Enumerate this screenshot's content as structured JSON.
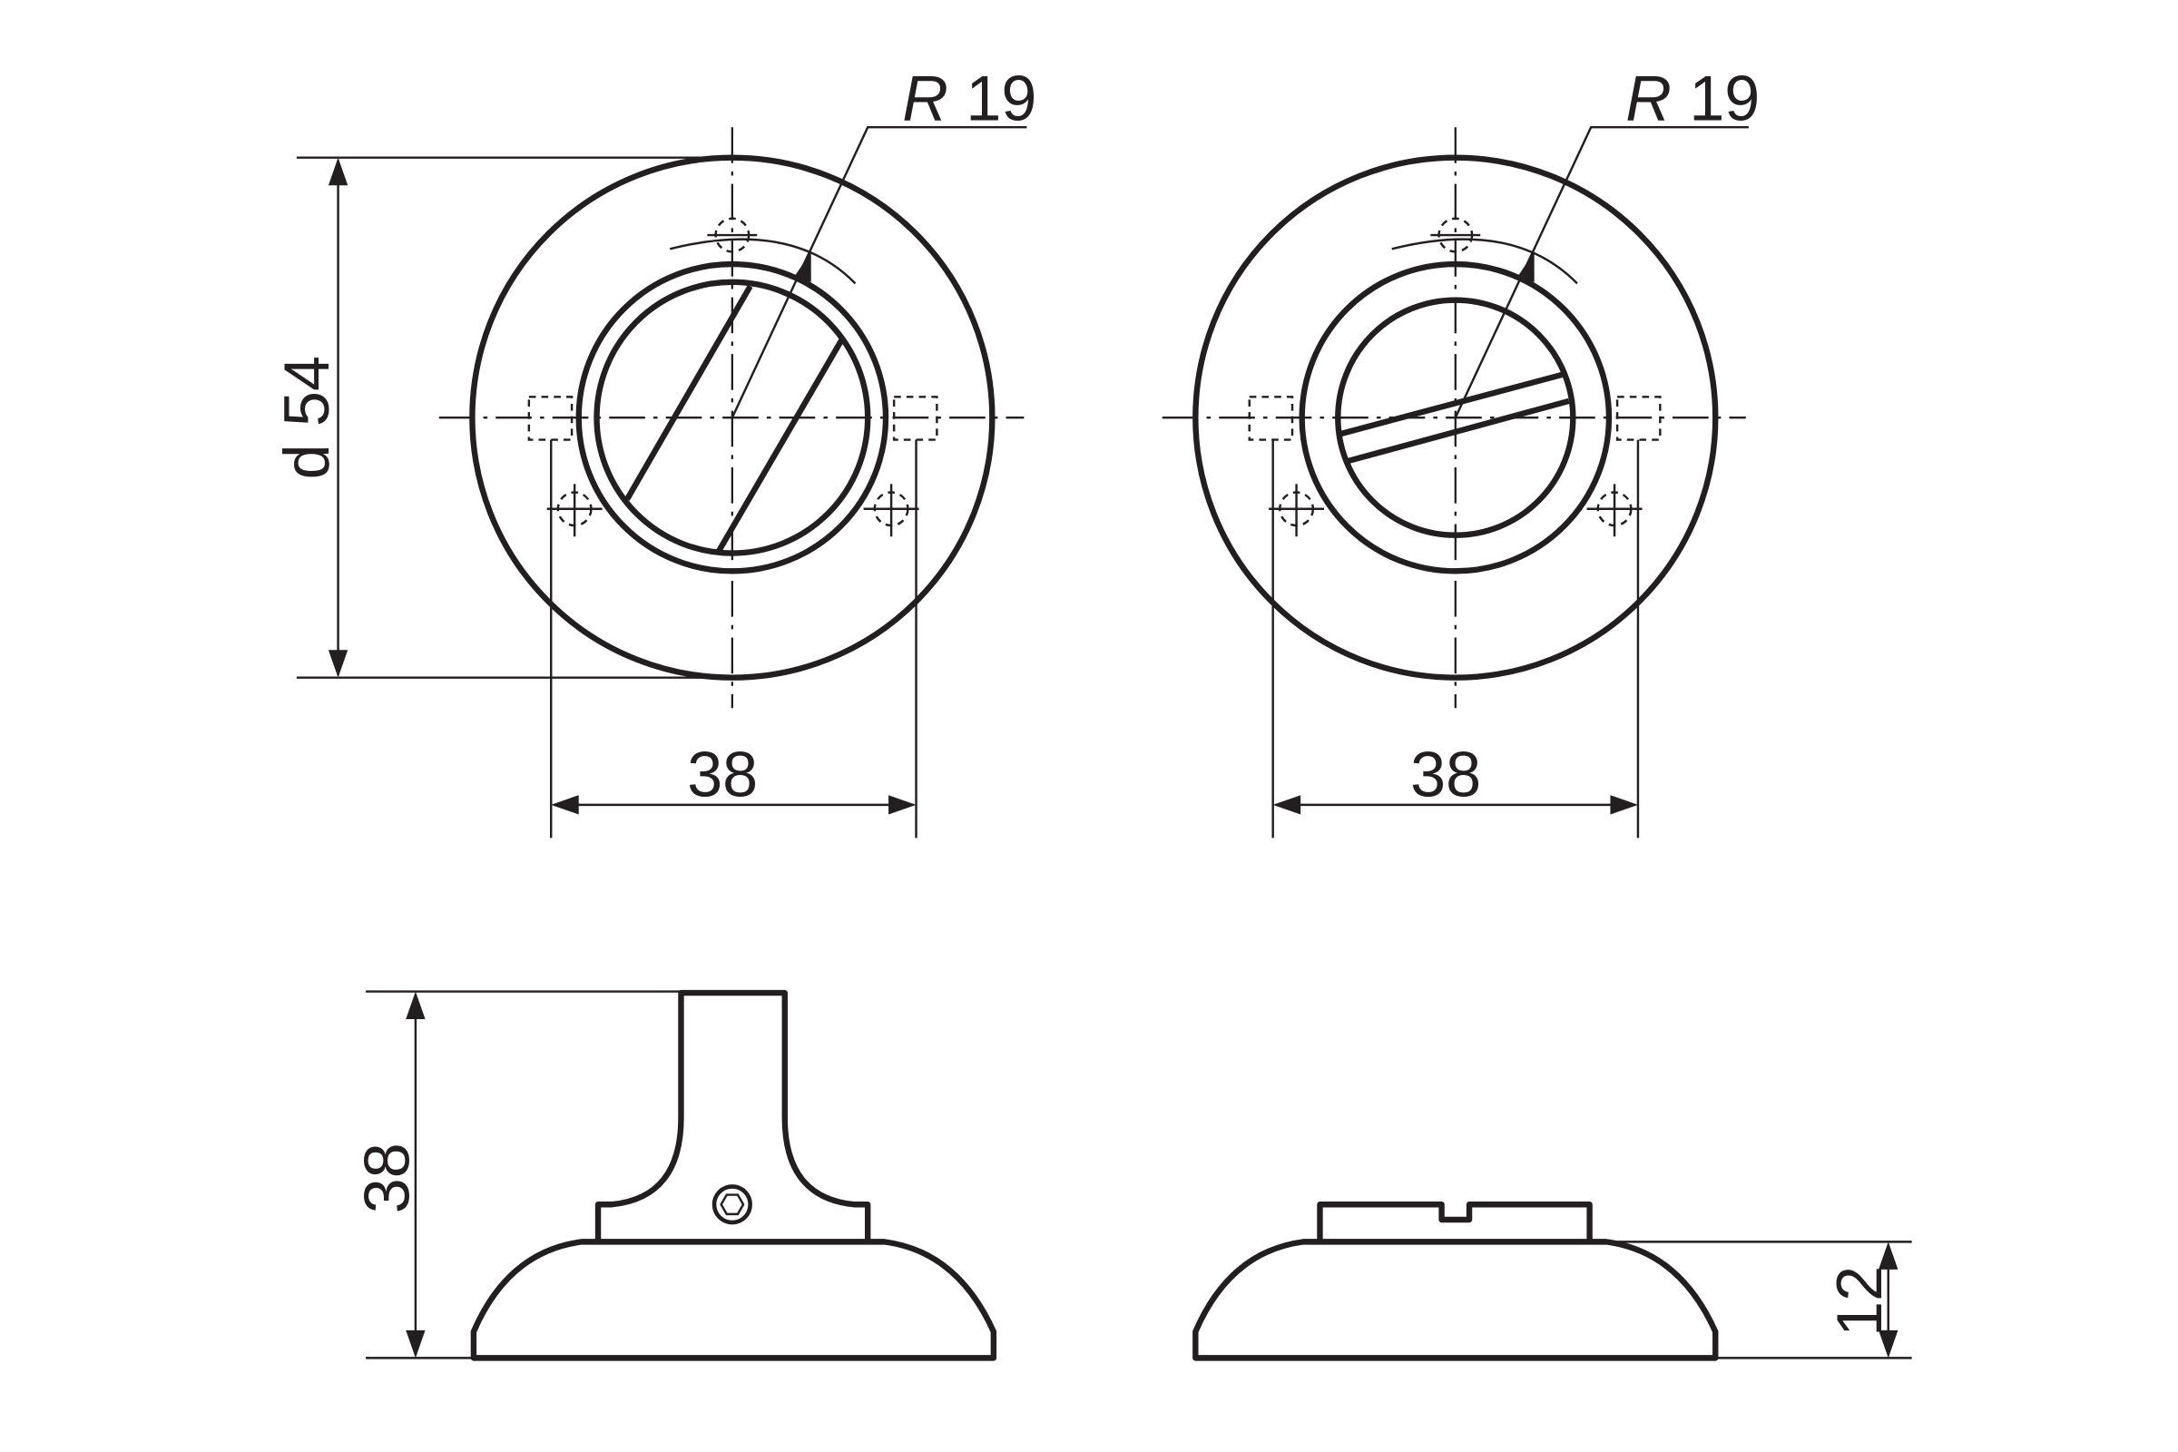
{
  "drawing": {
    "front_left": {
      "radius_label": {
        "prefix": "R",
        "value": "19"
      },
      "diameter_label": "d 54",
      "hole_spacing_label": "38"
    },
    "front_right": {
      "radius_label": {
        "prefix": "R",
        "value": "19"
      },
      "hole_spacing_label": "38"
    },
    "side_left": {
      "height_label": "38"
    },
    "side_right": {
      "height_label": "12"
    }
  }
}
